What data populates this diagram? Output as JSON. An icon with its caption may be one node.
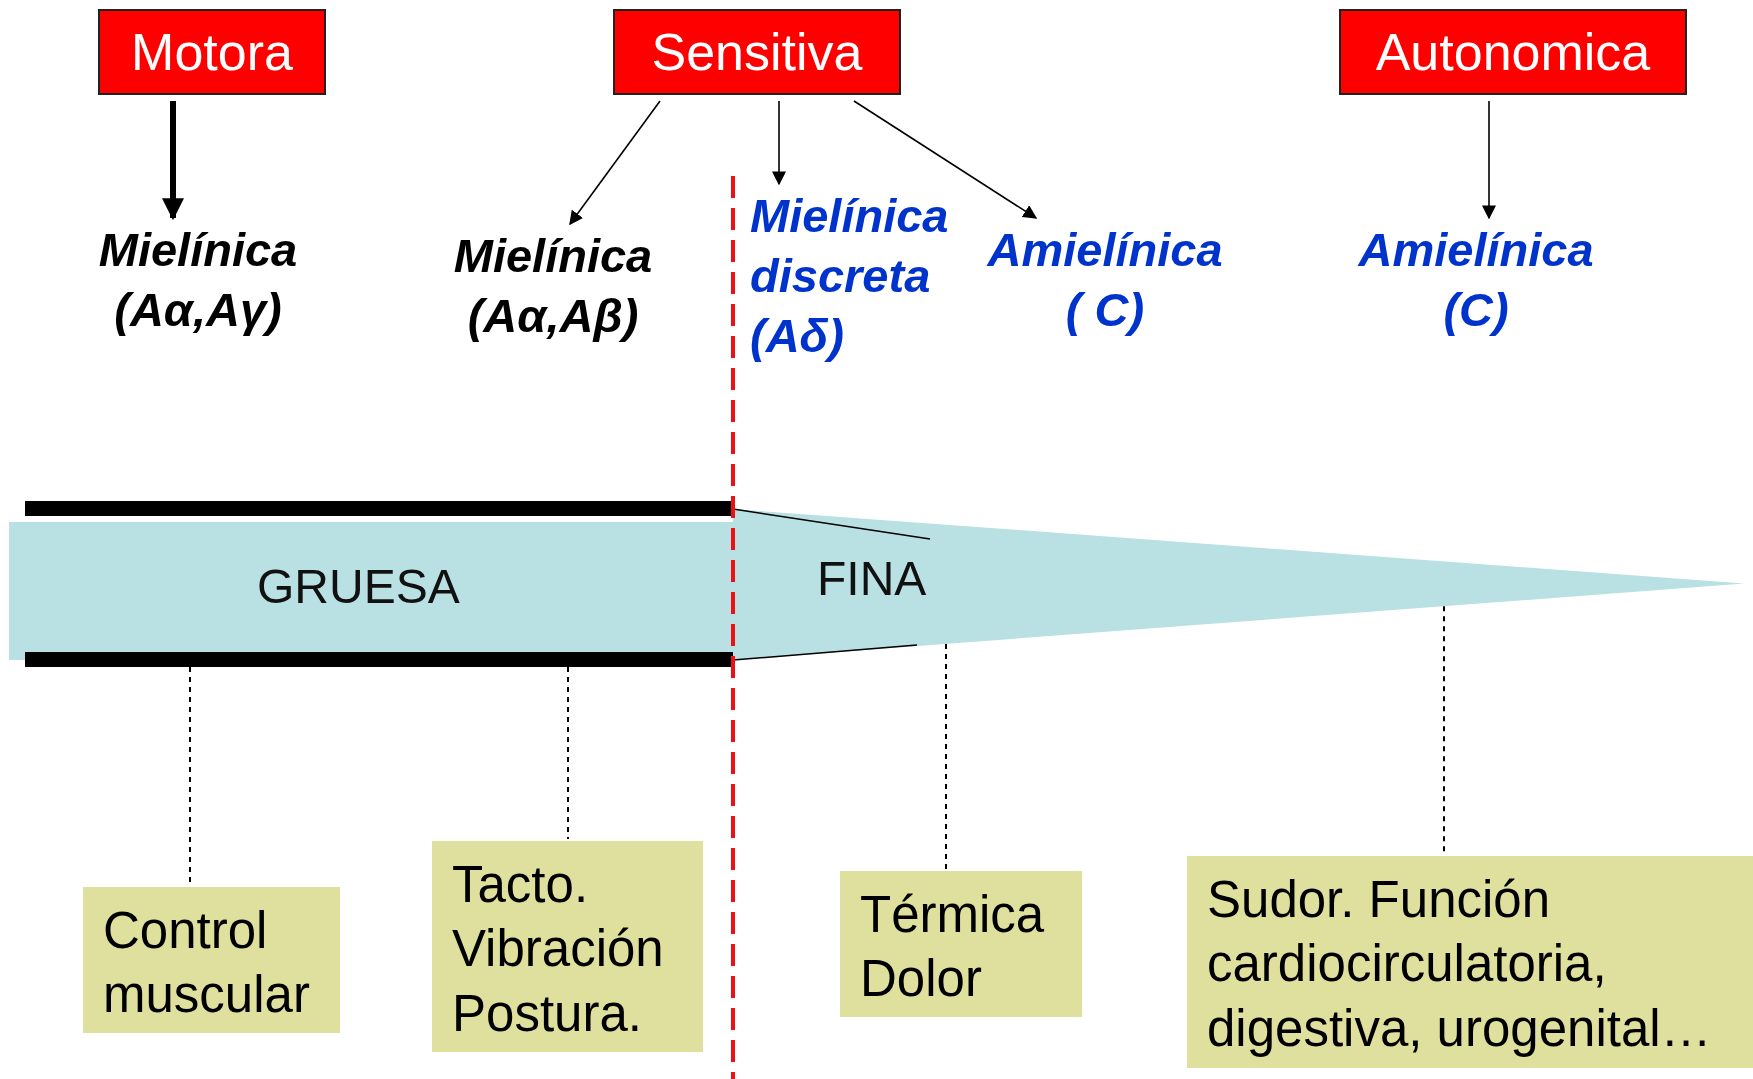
{
  "diagram": {
    "nodes": [
      {
        "text": [
          "Motora"
        ]
      },
      {
        "text": [
          "Sensitiva"
        ]
      },
      {
        "text": [
          "Autonomica"
        ]
      },
      {
        "text": [
          "Mielínica",
          "(Aα,Aγ)"
        ]
      },
      {
        "text": [
          "Mielínica",
          "(Aα,Aβ)"
        ]
      },
      {
        "text": [
          "Mielínica discreta",
          "(Aδ)"
        ]
      },
      {
        "text": [
          "Amielínica",
          "( C)"
        ]
      },
      {
        "text": [
          "Amielínica",
          "(C)"
        ]
      },
      {
        "text": [
          "GRUESA"
        ]
      },
      {
        "text": [
          "FINA"
        ]
      },
      {
        "text": [
          "Control muscular"
        ]
      },
      {
        "text": [
          "Tacto. Vibración Postura."
        ]
      },
      {
        "text": [
          "Térmica Dolor"
        ]
      },
      {
        "text": [
          "Sudor. Función cardiocirculatoria, digestiva, urogenital…"
        ]
      }
    ],
    "edges": [
      {
        "from": 0,
        "to": 3,
        "arrow": "to",
        "style": "thick"
      },
      {
        "from": 1,
        "to": 4,
        "arrow": "to"
      },
      {
        "from": 1,
        "to": 5,
        "arrow": "to"
      },
      {
        "from": 1,
        "to": 6,
        "arrow": "to"
      },
      {
        "from": 2,
        "to": 7,
        "arrow": "to"
      },
      {
        "from": 8,
        "to": 10,
        "arrow": "none",
        "style": "dashed"
      },
      {
        "from": 8,
        "to": 11,
        "arrow": "none",
        "style": "dashed"
      },
      {
        "from": 9,
        "to": 12,
        "arrow": "none",
        "style": "dashed"
      },
      {
        "from": 9,
        "to": 13,
        "arrow": "none",
        "style": "dashed"
      }
    ]
  }
}
